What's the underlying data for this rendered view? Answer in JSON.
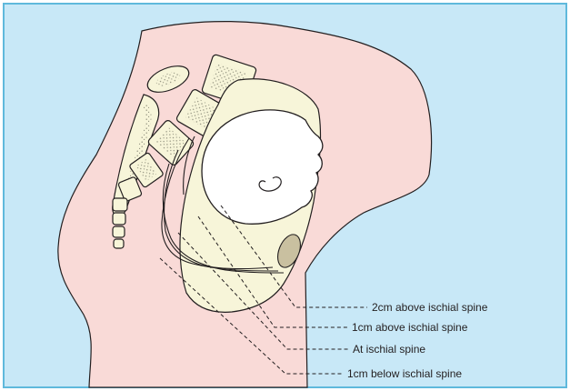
{
  "colors": {
    "background": "#c8e8f7",
    "frame": "#5fb9dc",
    "body_skin": "#f9dad7",
    "bone": "#f7f5d9",
    "bone_marrow": "#a8a894",
    "fetal_head": "#ffffff",
    "ischial_spine": "#c9c0a0",
    "outline": "#231f20"
  },
  "labels": [
    {
      "id": "2cm-above",
      "text": "2cm above ischial spine"
    },
    {
      "id": "1cm-above",
      "text": "1cm above ischial spine"
    },
    {
      "id": "at-spine",
      "text": "At ischial spine"
    },
    {
      "id": "1cm-below",
      "text": "1cm below ischial spine"
    }
  ]
}
